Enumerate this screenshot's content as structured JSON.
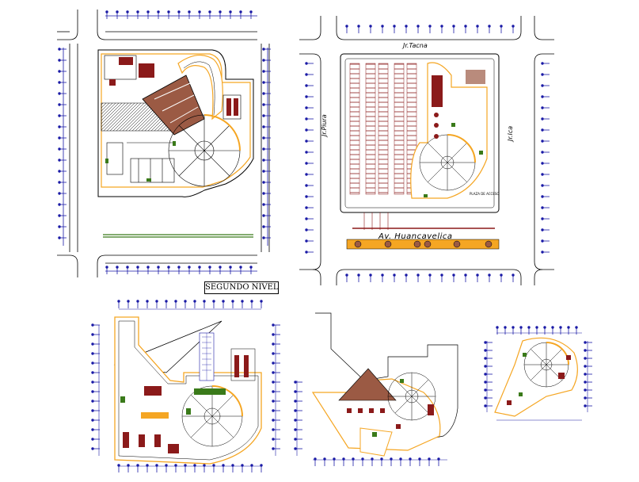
{
  "labels": {
    "street_top": "Jr.Tacna",
    "street_bottom": "Av. Huancavelica",
    "street_left": "Jr.Piura",
    "street_right": "Jr.Ica",
    "plaza_label": "PLAZA DE ACCESO",
    "level_title": "SEGUNDO NIVEL"
  },
  "colors": {
    "line": "#000000",
    "wall": "#f5a623",
    "furniture": "#8b1a1a",
    "green": "#3a7a1a",
    "roof": "#9b5a44",
    "grid": "#1a1aa6"
  }
}
